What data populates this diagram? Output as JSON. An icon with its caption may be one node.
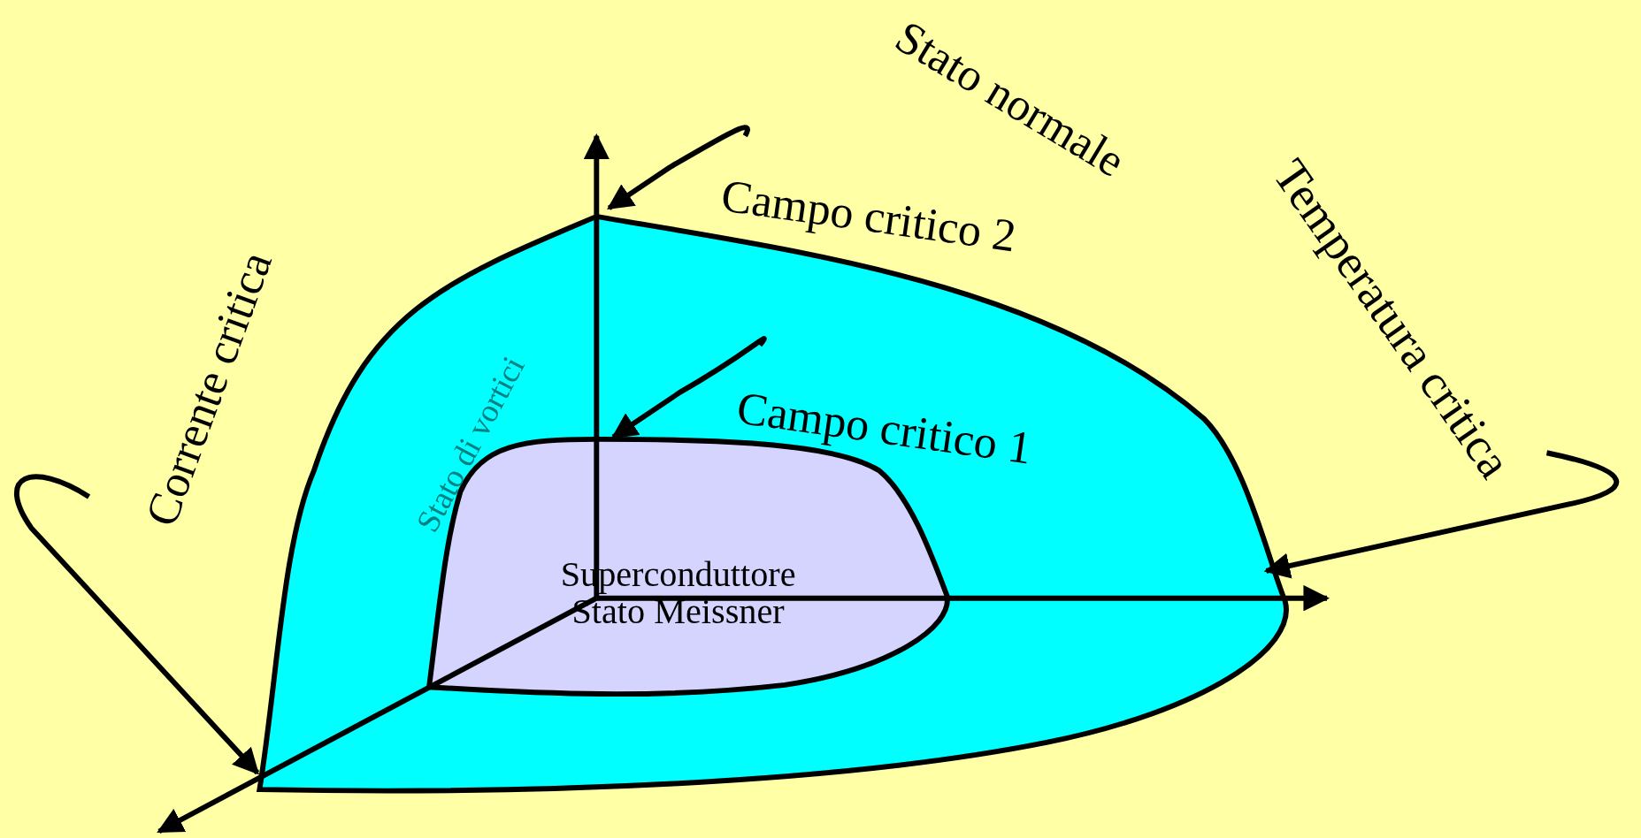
{
  "diagram": {
    "nodes": [
      {
        "text": [
          "Stato di vortici"
        ]
      },
      {
        "text": [
          "Superconduttore Stato Meissner"
        ],
        "in": 0
      },
      {
        "text": [
          "Campo critico 2"
        ]
      },
      {
        "text": [
          "Campo critico 1"
        ],
        "in": 0
      },
      {
        "text": [
          "Temperatura critica"
        ]
      },
      {
        "text": [
          "Corrente critica"
        ]
      }
    ],
    "edges": [
      {
        "from": 2,
        "to": 0,
        "arrow": "to"
      },
      {
        "from": 3,
        "to": 1,
        "arrow": "to"
      },
      {
        "from": 4,
        "to": 0,
        "arrow": "to"
      },
      {
        "from": 5,
        "to": 0,
        "arrow": "to"
      }
    ],
    "labels": [
      "Stato normale"
    ]
  }
}
